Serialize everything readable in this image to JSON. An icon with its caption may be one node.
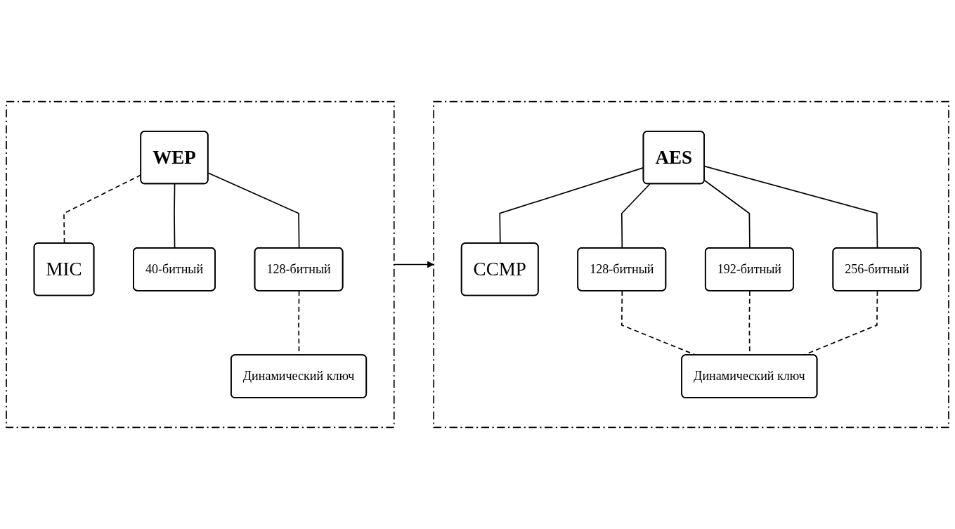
{
  "diagram": {
    "nodes": [
      {
        "text": [],
        "shape": "box"
      },
      {
        "text": [
          "WEP"
        ],
        "in": 0
      },
      {
        "text": [
          "MIC"
        ],
        "in": 0
      },
      {
        "text": [
          "40-битный"
        ],
        "in": 0
      },
      {
        "text": [
          "128-битный"
        ],
        "in": 0
      },
      {
        "text": [
          "Динамический ключ"
        ],
        "in": 0
      },
      {
        "text": [],
        "shape": "box"
      },
      {
        "text": [
          "AES"
        ],
        "in": 6
      },
      {
        "text": [
          "CCMP"
        ],
        "in": 6
      },
      {
        "text": [
          "128-битный"
        ],
        "in": 6
      },
      {
        "text": [
          "192-битный"
        ],
        "in": 6
      },
      {
        "text": [
          "256-битный"
        ],
        "in": 6
      },
      {
        "text": [
          "Динамический ключ"
        ],
        "in": 6
      }
    ],
    "edges": [
      {
        "from": 0,
        "to": 6,
        "arrow": "to"
      },
      {
        "from": 1,
        "to": 2,
        "arrow": "none",
        "style": "dashed"
      },
      {
        "from": 1,
        "to": 3,
        "arrow": "none"
      },
      {
        "from": 1,
        "to": 4,
        "arrow": "none"
      },
      {
        "from": 4,
        "to": 5,
        "arrow": "none",
        "style": "dashed"
      },
      {
        "from": 7,
        "to": 8,
        "arrow": "none"
      },
      {
        "from": 7,
        "to": 9,
        "arrow": "none"
      },
      {
        "from": 7,
        "to": 10,
        "arrow": "none"
      },
      {
        "from": 7,
        "to": 11,
        "arrow": "none"
      },
      {
        "from": 9,
        "to": 12,
        "arrow": "none",
        "style": "dashed"
      },
      {
        "from": 10,
        "to": 12,
        "arrow": "none",
        "style": "dashed"
      },
      {
        "from": 11,
        "to": 12,
        "arrow": "none",
        "style": "dashed"
      }
    ]
  }
}
